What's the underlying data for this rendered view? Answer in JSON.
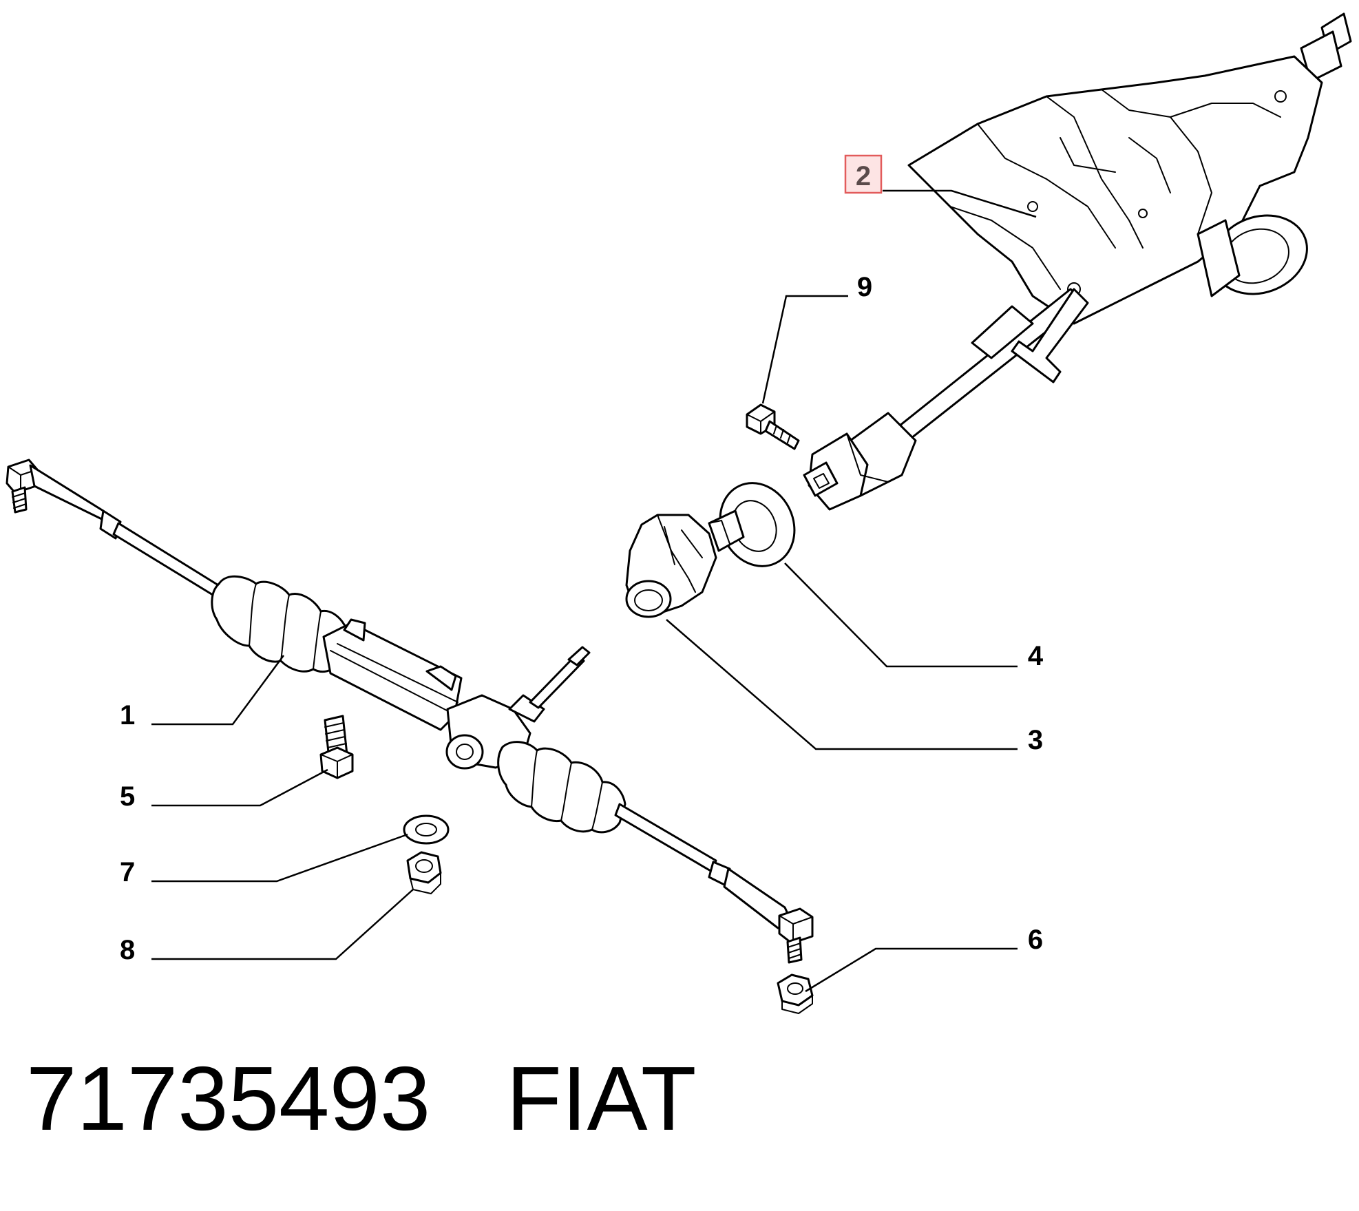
{
  "callouts": {
    "c1": "1",
    "c2": "2",
    "c3": "3",
    "c4": "4",
    "c5": "5",
    "c6": "6",
    "c7": "7",
    "c8": "8",
    "c9": "9"
  },
  "highlighted_callout": "2",
  "highlight_color": "#e25b5b",
  "footer": {
    "part_number": "71735493",
    "brand": "FIAT"
  }
}
